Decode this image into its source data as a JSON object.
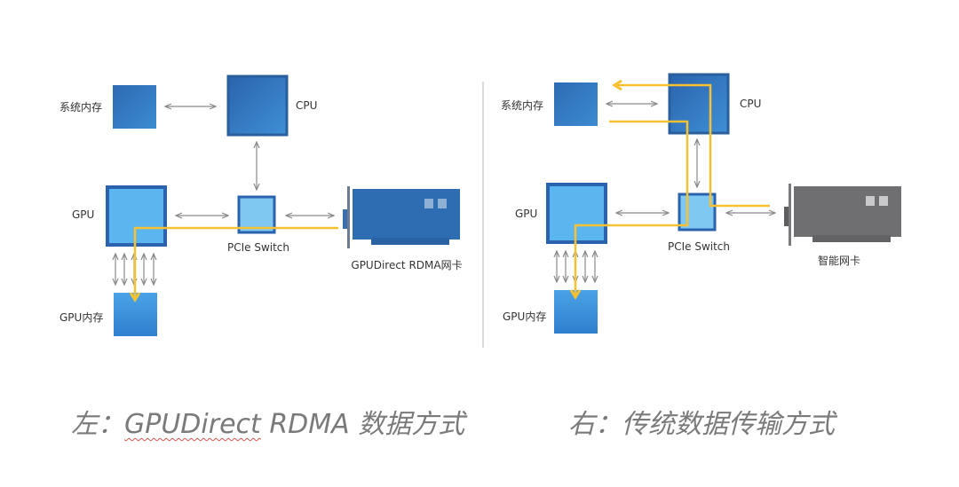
{
  "left": {
    "labels": {
      "sys_mem": "系统内存",
      "cpu": "CPU",
      "gpu": "GPU",
      "pcie": "PCIe Switch",
      "nic": "GPUDirect RDMA网卡",
      "gpu_mem": "GPU内存"
    },
    "caption": {
      "prefix": "左：",
      "term": "GPUDirect",
      "rest": " RDMA 数据方式"
    }
  },
  "right": {
    "labels": {
      "sys_mem": "系统内存",
      "cpu": "CPU",
      "gpu": "GPU",
      "pcie": "PCIe Switch",
      "nic": "智能网卡",
      "gpu_mem": "GPU内存"
    },
    "caption": "右：传统数据传输方式"
  },
  "colors": {
    "box_dark": "#2f6db3",
    "box_light": "#5bb5ee",
    "data_path": "#f7c132",
    "nic_blue": "#2f6db3",
    "nic_gray": "#6f6f72",
    "arrow": "#8a8a8a",
    "divider": "#d0d0d0"
  }
}
